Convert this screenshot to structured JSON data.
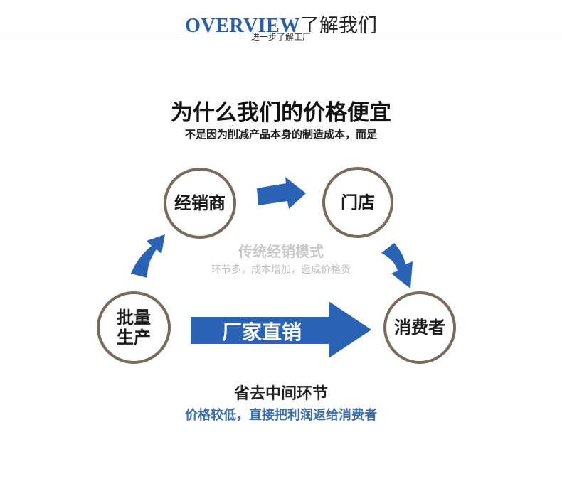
{
  "header": {
    "title_en": "OVERVIEW",
    "title_cn": "了解我们",
    "subtitle": "进一步了解工厂"
  },
  "main": {
    "title": "为什么我们的价格便宜",
    "subtitle": "不是因为削减产品本身的制造成本，而是"
  },
  "diagram": {
    "nodes": {
      "distributor": "经销商",
      "store": "门店",
      "producer_line1": "批量",
      "producer_line2": "生产",
      "consumer": "消费者"
    },
    "traditional_title": "传统经销模式",
    "traditional_sub": "环节多，成本增加，造成价格贵",
    "direct_label": "厂家直销"
  },
  "footer": {
    "title": "省去中间环节",
    "subtitle": "价格较低，直接把利润返给消费者"
  },
  "colors": {
    "accent_blue": "#2a62b4",
    "circle_border": "#786a5c",
    "link_blue": "#3b6ea8",
    "muted": "#c9c9c9"
  }
}
